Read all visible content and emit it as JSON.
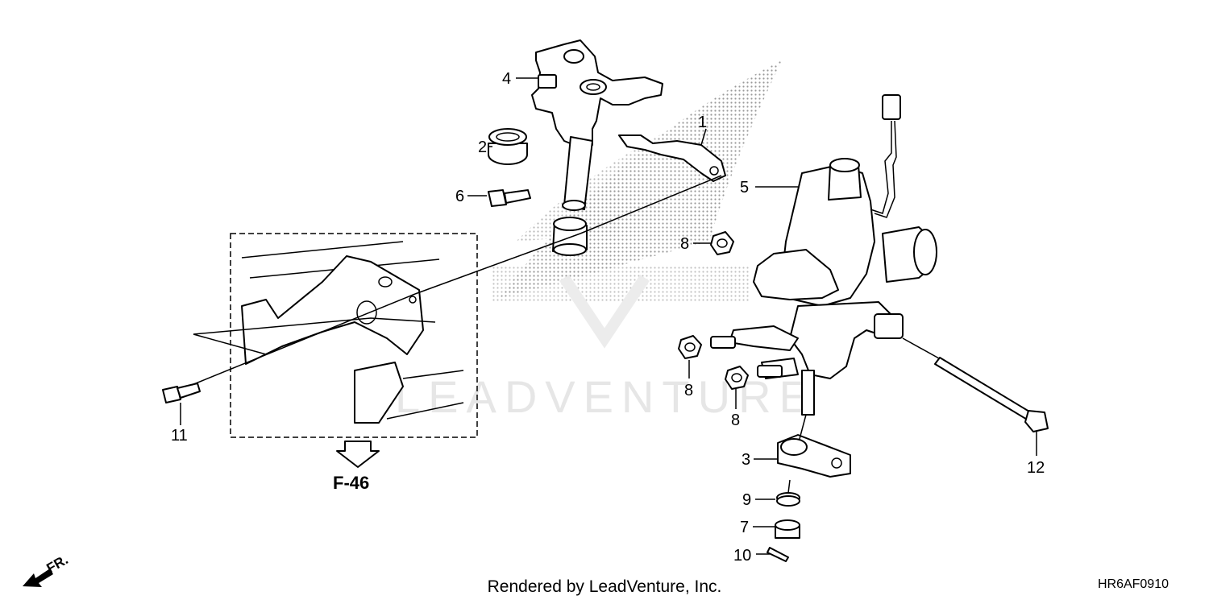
{
  "diagram": {
    "callouts": [
      {
        "id": "1",
        "label": "1"
      },
      {
        "id": "2",
        "label": "2"
      },
      {
        "id": "3",
        "label": "3"
      },
      {
        "id": "4",
        "label": "4"
      },
      {
        "id": "5",
        "label": "5"
      },
      {
        "id": "6",
        "label": "6"
      },
      {
        "id": "7",
        "label": "7"
      },
      {
        "id": "8a",
        "label": "8"
      },
      {
        "id": "8b",
        "label": "8"
      },
      {
        "id": "8c",
        "label": "8"
      },
      {
        "id": "9",
        "label": "9"
      },
      {
        "id": "10",
        "label": "10"
      },
      {
        "id": "11",
        "label": "11"
      },
      {
        "id": "12",
        "label": "12"
      }
    ],
    "reference_label": "F-46",
    "direction_label": "FR.",
    "watermark_text": "LEADVENTURE",
    "footer_credit": "Rendered by LeadVenture, Inc.",
    "diagram_code": "HR6AF0910"
  },
  "colors": {
    "line": "#000000",
    "watermark": "#e6e6e6",
    "background": "#ffffff"
  }
}
